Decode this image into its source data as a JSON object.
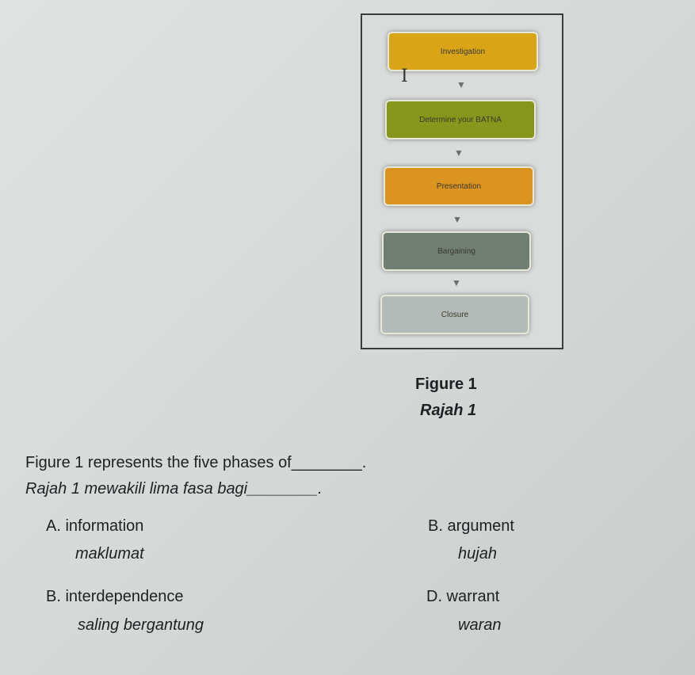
{
  "figure": {
    "steps": [
      "Investigation",
      "Determine your BATNA",
      "Presentation",
      "Bargaining",
      "Closure"
    ],
    "colors": [
      "#d9a418",
      "#87961c",
      "#dc9420",
      "#6f7d72",
      "#b4bab7"
    ],
    "caption_en": "Figure 1",
    "caption_ms": "Rajah 1"
  },
  "question": {
    "en": "Figure 1 represents the five phases of________.",
    "ms": "Rajah 1 mewakili lima fasa bagi________."
  },
  "options": [
    {
      "label": "A. information",
      "ms": "maklumat"
    },
    {
      "label": "B. argument",
      "ms": "hujah"
    },
    {
      "label": "B. interdependence",
      "ms": "saling bergantung"
    },
    {
      "label": "D. warrant",
      "ms": "waran"
    }
  ]
}
